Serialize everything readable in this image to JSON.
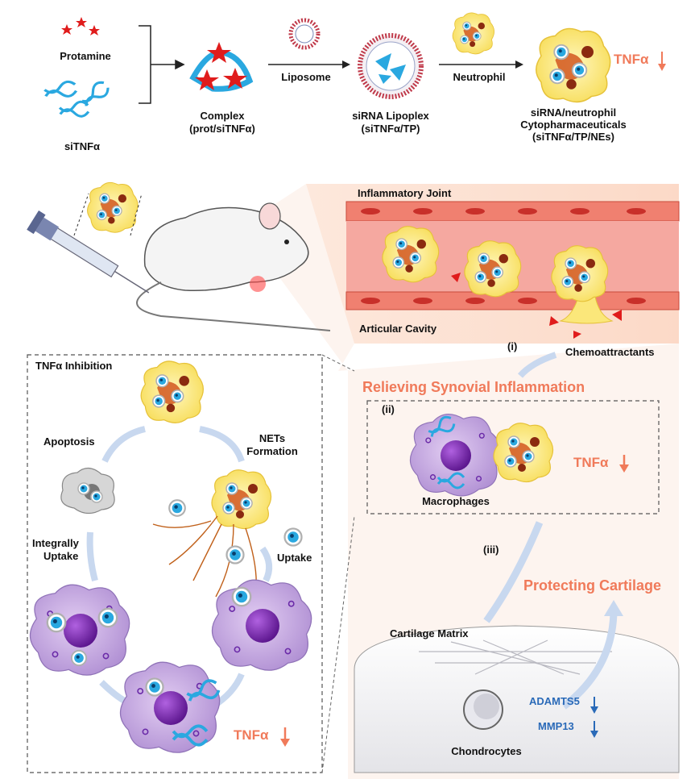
{
  "top_row": {
    "protamine": "Protamine",
    "sitnfa": "siTNFα",
    "complex_line1": "Complex",
    "complex_line2": "(prot/siTNFα)",
    "liposome": "Liposome",
    "lipoplex_line1": "siRNA Lipoplex",
    "lipoplex_line2": "(siTNFα/TP)",
    "neutrophil": "Neutrophil",
    "cyto_line1": "siRNA/neutrophil",
    "cyto_line2": "Cytopharmaceuticals",
    "cyto_line3": "(siTNFα/TP/NEs)",
    "tnfa_down": "TNFα"
  },
  "joint": {
    "title": "Inflammatory Joint",
    "articular_cavity": "Articular Cavity",
    "chemoattractants": "Chemoattractants",
    "step_i": "(i)",
    "relieving": "Relieving Synovial Inflammation",
    "step_ii": "(ii)",
    "macrophages": "Macrophages",
    "tnfa_down": "TNFα",
    "step_iii": "(iii)",
    "protecting": "Protecting Cartilage",
    "cartilage_matrix": "Cartilage Matrix",
    "chondrocytes": "Chondrocytes",
    "adamts5": "ADAMTS5",
    "mmp13": "MMP13"
  },
  "inhibition": {
    "title": "TNFα Inhibition",
    "apoptosis": "Apoptosis",
    "nets_line1": "NETs",
    "nets_line2": "Formation",
    "integrally_line1": "Integrally",
    "integrally_line2": "Uptake",
    "uptake": "Uptake",
    "tnfa_down": "TNFα"
  },
  "colors": {
    "orange_accent": "#f07a5a",
    "blue_text": "#2a6ab8",
    "neutrophil_yellow": "#fbe77a",
    "macrophage_purple": "#c6a8e0",
    "vessel_red": "#e8685a",
    "sirna_blue": "#2aa8e0"
  }
}
